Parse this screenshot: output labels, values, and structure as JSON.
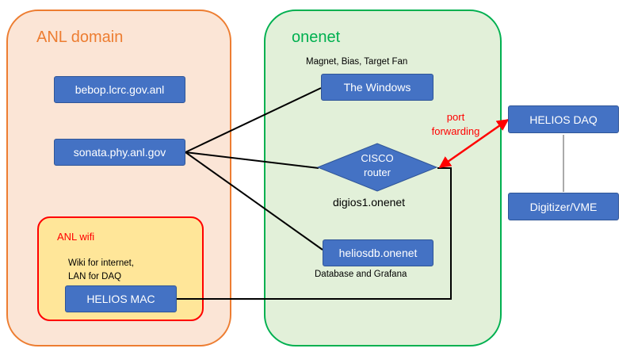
{
  "regions": {
    "anl_domain": "ANL domain",
    "onenet": "onenet",
    "anl_wifi": "ANL wifi"
  },
  "nodes": {
    "bebop": "bebop.lcrc.gov.anl",
    "sonata": "sonata.phy.anl.gov",
    "helios_mac": "HELIOS MAC",
    "windows": "The Windows",
    "router_line1": "CISCO",
    "router_line2": "router",
    "heliosdb": "heliosdb.onenet",
    "helios_daq": "HELIOS DAQ",
    "digitizer": "Digitizer/VME"
  },
  "notes": {
    "windows_desc": "Magnet, Bias, Target Fan",
    "router_host": "digios1.onenet",
    "heliosdb_desc": "Database and Grafana",
    "wifi_line1": "Wiki for internet,",
    "wifi_line2": "LAN for DAQ",
    "port_forwarding_line1": "port",
    "port_forwarding_line2": "forwarding"
  },
  "colors": {
    "node_fill": "#4472c4",
    "anl_accent": "#ed7d31",
    "onenet_accent": "#00b050",
    "wifi_accent": "#ff0000",
    "link_line": "#000000",
    "port_forward_arrow": "#ff0000"
  }
}
